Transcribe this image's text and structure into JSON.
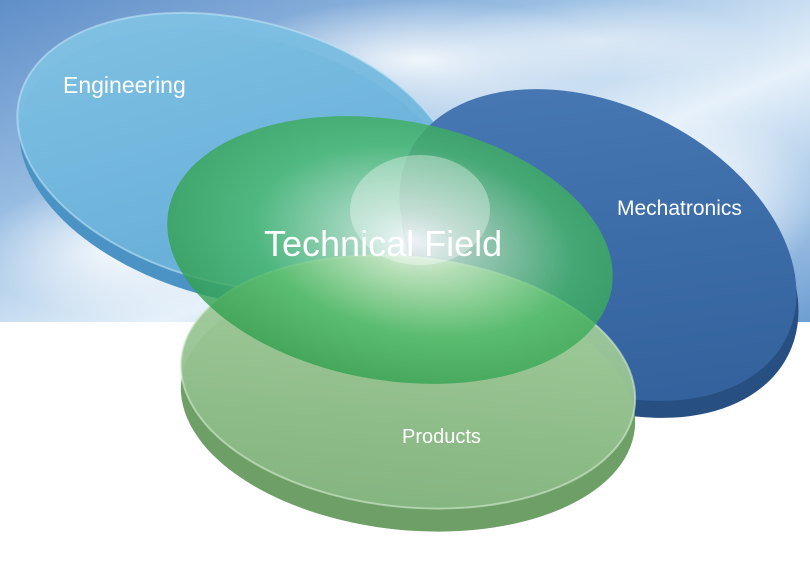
{
  "diagram": {
    "center_label": "Technical Field",
    "ellipses": [
      {
        "id": "engineering",
        "label": "Engineering",
        "color": "#7dbfe0"
      },
      {
        "id": "mechatronics",
        "label": "Mechatronics",
        "color": "#3d6faa"
      },
      {
        "id": "products",
        "label": "Products",
        "color": "#8fc08a"
      },
      {
        "id": "technical-field",
        "label": "Technical Field",
        "color": "#3fb55a"
      }
    ]
  },
  "colors": {
    "sky_top": "#6f9fd0",
    "sky_light": "#dbeaf7",
    "engineering": "#7dbfe0",
    "engineering_rim": "#5aa6d2",
    "mechatronics": "#3d6faa",
    "mechatronics_rim": "#2f5c93",
    "products": "#8fc08a",
    "products_rim": "#6fa66a",
    "technical_field": "#3fb55a"
  }
}
